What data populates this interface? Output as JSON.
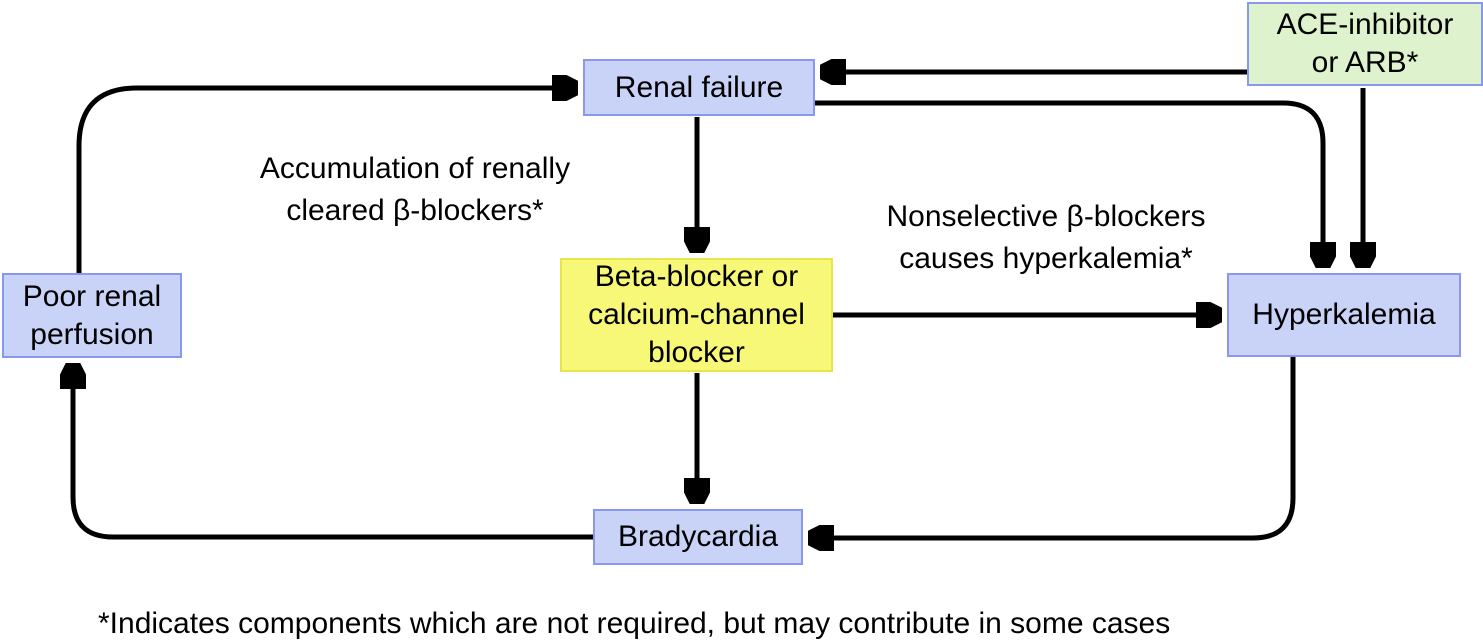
{
  "diagram": {
    "title": "",
    "colors": {
      "node_blue_fill": "#c9d2f7",
      "node_green_fill": "#ddf2cd",
      "node_yellow_fill": "#f8f878",
      "node_blue_border": "#8898ec",
      "node_yellow_border": "#e7e44c",
      "arrow": "#000000",
      "background": "#ffffff",
      "text": "#000000"
    },
    "nodes": {
      "renal_failure": {
        "label": "Renal failure",
        "lines": [
          "Renal failure"
        ],
        "fill": "#c9d2f7"
      },
      "ace_arb": {
        "label": "ACE-inhibitor or ARB*",
        "lines": [
          "ACE-inhibitor",
          "or ARB*"
        ],
        "fill": "#ddf2cd"
      },
      "beta_blocker": {
        "label": "Beta-blocker or calcium-channel blocker",
        "lines": [
          "Beta-blocker or",
          "calcium-channel",
          "blocker"
        ],
        "fill": "#f8f878"
      },
      "poor_renal_perfusion": {
        "label": "Poor renal perfusion",
        "lines": [
          "Poor renal",
          "perfusion"
        ],
        "fill": "#c9d2f7"
      },
      "hyperkalemia": {
        "label": "Hyperkalemia",
        "lines": [
          "Hyperkalemia"
        ],
        "fill": "#c9d2f7"
      },
      "bradycardia": {
        "label": "Bradycardia",
        "lines": [
          "Bradycardia"
        ],
        "fill": "#c9d2f7"
      }
    },
    "annotations": {
      "accumulation": {
        "label": "Accumulation of renally cleared β-blockers*",
        "lines": [
          "Accumulation of renally",
          "cleared β-blockers*"
        ]
      },
      "nonselective": {
        "label": "Nonselective β-blockers causes hyperkalemia*",
        "lines": [
          "Nonselective β-blockers",
          "causes hyperkalemia*"
        ]
      }
    },
    "footnote": "*Indicates components which are not required, but may contribute in some cases",
    "edges": [
      {
        "from": "poor_renal_perfusion",
        "to": "renal_failure"
      },
      {
        "from": "renal_failure",
        "to": "beta_blocker"
      },
      {
        "from": "ace_arb",
        "to": "renal_failure"
      },
      {
        "from": "renal_failure",
        "to": "hyperkalemia"
      },
      {
        "from": "ace_arb",
        "to": "hyperkalemia"
      },
      {
        "from": "beta_blocker",
        "to": "hyperkalemia"
      },
      {
        "from": "beta_blocker",
        "to": "bradycardia"
      },
      {
        "from": "hyperkalemia",
        "to": "bradycardia"
      },
      {
        "from": "bradycardia",
        "to": "poor_renal_perfusion"
      }
    ]
  }
}
